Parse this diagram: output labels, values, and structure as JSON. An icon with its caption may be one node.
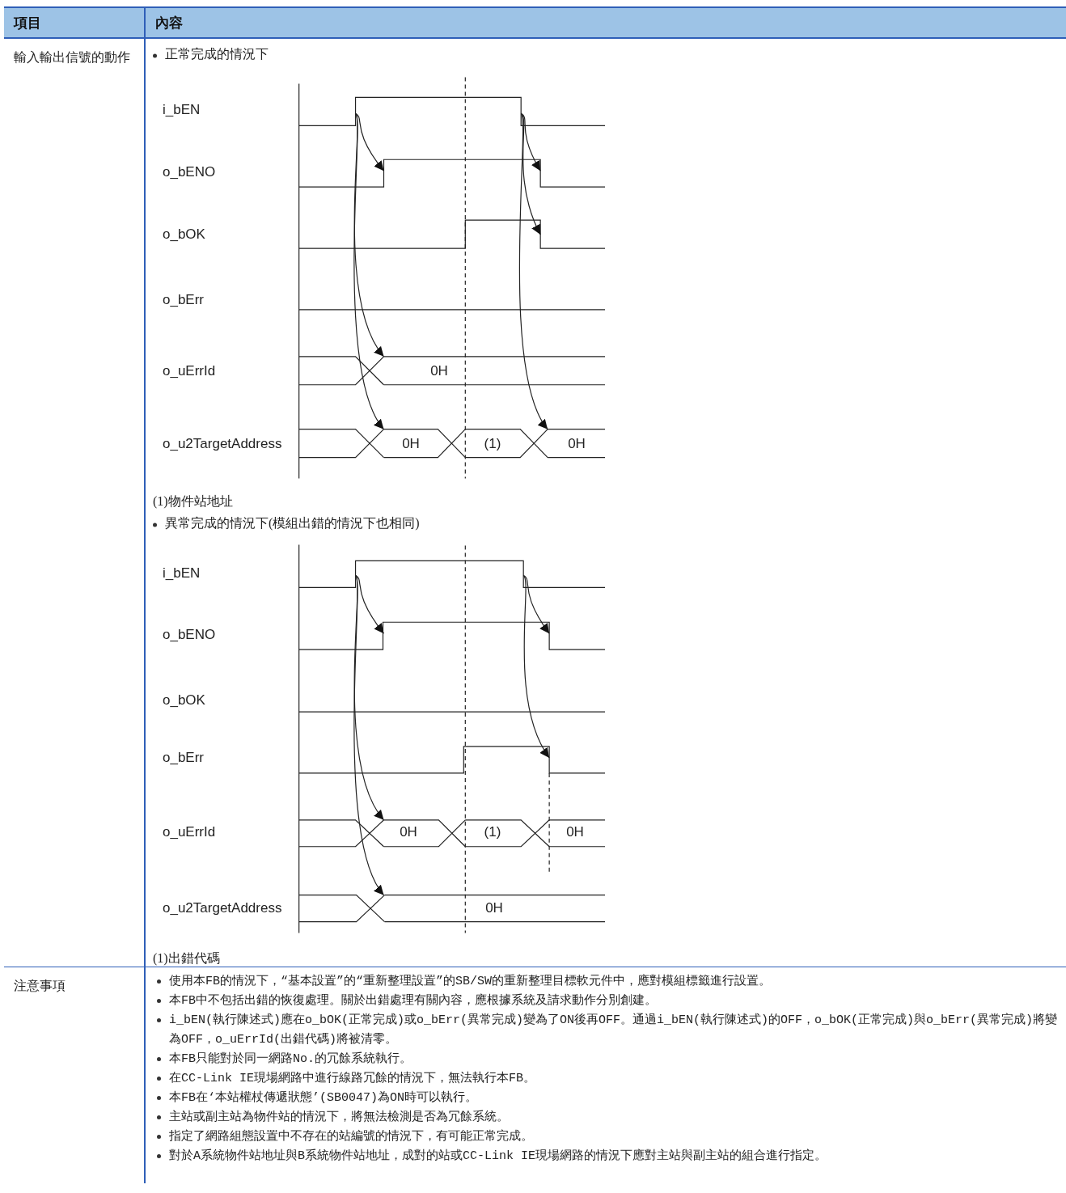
{
  "diagram": {
    "labels": [
      "項目",
      "內容",
      "輸入輸出信號的動作",
      "正常完成的情況下",
      "i_bEN",
      "o_bENO",
      "o_bOK",
      "o_bErr",
      "o_uErrId",
      "0H",
      "o_u2TargetAddress",
      "0H",
      "(1)",
      "0H",
      "(1)物件站地址",
      "異常完成的情況下(模組出錯的情況下也相同)",
      "i_bEN",
      "o_bENO",
      "o_bOK",
      "o_bErr",
      "o_uErrId",
      "0H",
      "(1)",
      "0H",
      "o_u2TargetAddress",
      "0H",
      "(1)出錯代碼",
      "注意事項",
      "使用本FB的情況下，“基本設置”的“重新整理設置”的SB/SW的重新整理目標軟元件中，應對模組標籤進行設置。",
      "本FB中不包括出錯的恢復處理。關於出錯處理有關內容，應根據系統及請求動作分別創建。",
      "i_bEN(執行陳述式)應在o_bOK(正常完成)或o_bErr(異常完成)變為了ON後再OFF。通過i_bEN(執行陳述式)的OFF，o_bOK(正常完成)與o_bErr(異常完成)將變為OFF，o_uErrId(出錯代碼)將被清零。",
      "本FB只能對於同一網路No.的冗餘系統執行。",
      "在CC-Link IE現場網路中進行線路冗餘的情況下，無法執行本FB。",
      "本FB在‘本站權杖傳遞狀態’(SB0047)為ON時可以執行。",
      "主站或副主站為物件站的情況下，將無法檢測是否為冗餘系統。",
      "指定了網路組態設置中不存在的站編號的情況下，有可能正常完成。",
      "對於A系統物件站地址與B系統物件站地址，成對的站或CC-Link IE現場網路的情況下應對主站與副主站的組合進行指定。"
    ]
  }
}
